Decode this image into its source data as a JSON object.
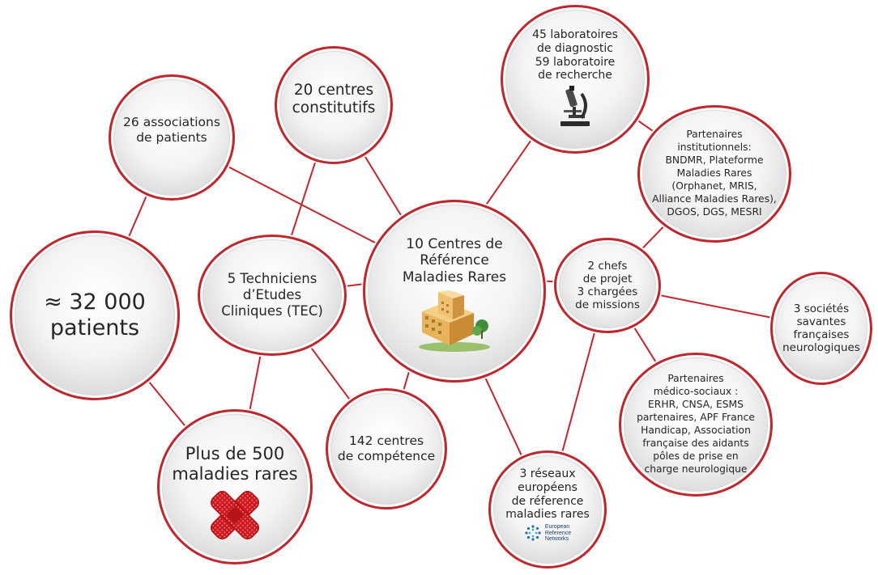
{
  "colors": {
    "accent": "#c0272d",
    "node_fill": "#e8e8e8",
    "text": "#262626",
    "ern_blue": "#1e6fb5"
  },
  "center": {
    "lines": [
      "10 Centres de",
      "Référence",
      "Maladies Rares"
    ],
    "icon": "hospital-building-icon"
  },
  "nodes": {
    "patients": {
      "lines": [
        "≈ 32 000",
        "patients"
      ]
    },
    "associations": {
      "lines": [
        "26 associations",
        "de patients"
      ]
    },
    "centres_constitutifs": {
      "lines": [
        "20 centres",
        "constitutifs"
      ]
    },
    "laboratoires": {
      "lines": [
        "45 laboratoires",
        "de diagnostic",
        "59 laboratoire",
        "de recherche"
      ],
      "icon": "microscope-icon"
    },
    "partenaires_institutionnels": {
      "lines": [
        "Partenaires",
        "institutionnels:",
        "BNDMR, Plateforme",
        "Maladies Rares",
        "(Orphanet, MRIS,",
        "Alliance Maladies Rares),",
        "DGOS, DGS, MESRI"
      ]
    },
    "chefs_projet": {
      "lines": [
        "2 chefs",
        "de projet",
        "3 chargées",
        "de missions"
      ]
    },
    "societes_savantes": {
      "lines": [
        "3 sociétés",
        "savantes",
        "françaises",
        "neurologiques"
      ]
    },
    "partenaires_medico_sociaux": {
      "lines": [
        "Partenaires",
        "médico-sociaux :",
        "ERHR, CNSA, ESMS",
        "partenaires, APF France",
        "Handicap, Association",
        "française des aidants",
        "pôles de prise en",
        "charge neurologique"
      ]
    },
    "reseaux_europeens": {
      "lines": [
        "3 réseaux",
        "européens",
        "de réference",
        "maladies rares"
      ],
      "logo_lines": [
        "European",
        "Reference",
        "Networks"
      ],
      "icon": "ern-logo-icon"
    },
    "centres_competence": {
      "lines": [
        "142 centres",
        "de compétence"
      ]
    },
    "maladies_rares": {
      "lines": [
        "Plus de 500",
        "maladies rares"
      ],
      "icon": "red-cross-plaster-icon"
    },
    "tec": {
      "lines": [
        "5 Techniciens",
        "d’Etudes",
        "Cliniques (TEC)"
      ]
    }
  }
}
